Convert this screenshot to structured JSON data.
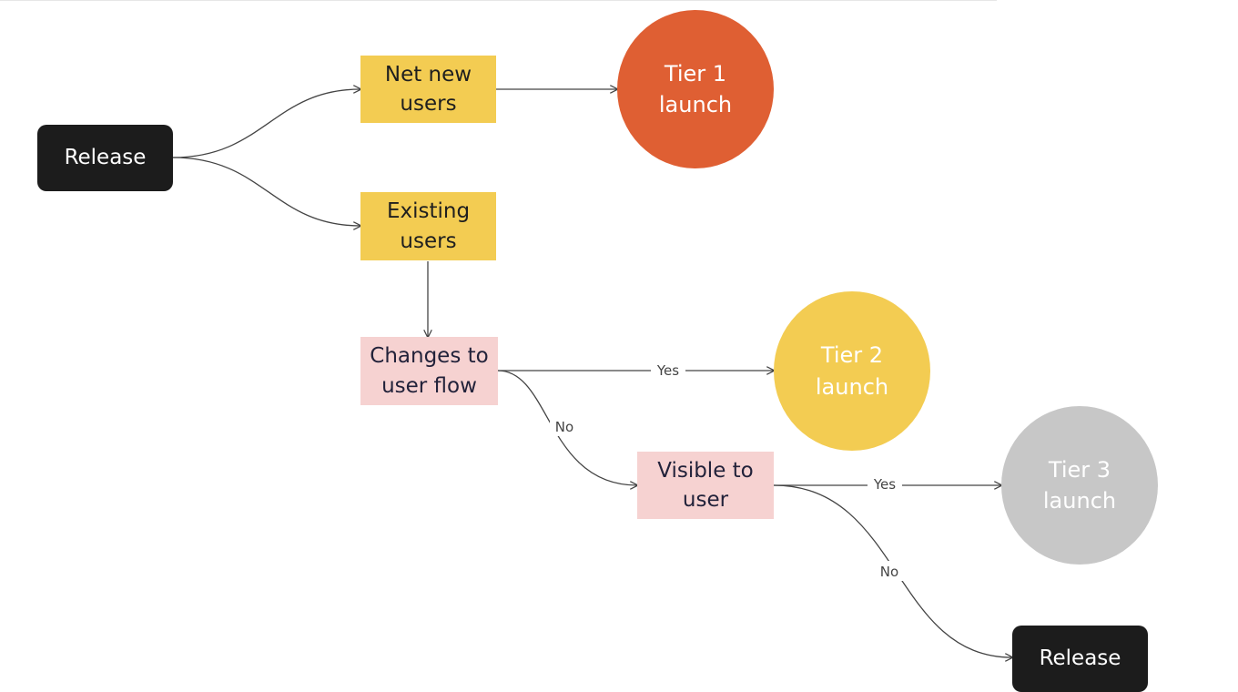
{
  "nodes": {
    "release_start": "Release",
    "net_new_users": "Net new\nusers",
    "tier1_launch": "Tier 1\nlaunch",
    "existing_users": "Existing\nusers",
    "changes_to_user_flow": "Changes to\nuser flow",
    "tier2_launch": "Tier 2\nlaunch",
    "visible_to_user": "Visible to\nuser",
    "tier3_launch": "Tier 3\nlaunch",
    "release_end": "Release"
  },
  "edge_labels": {
    "flow_yes": "Yes",
    "flow_no": "No",
    "visible_yes": "Yes",
    "visible_no": "No"
  },
  "colors": {
    "terminal": "#1c1c1c",
    "audience_box": "#f3cc52",
    "decision_box": "#f6d2d1",
    "tier1": "#df5f33",
    "tier2": "#f3cc52",
    "tier3": "#c7c7c7"
  }
}
